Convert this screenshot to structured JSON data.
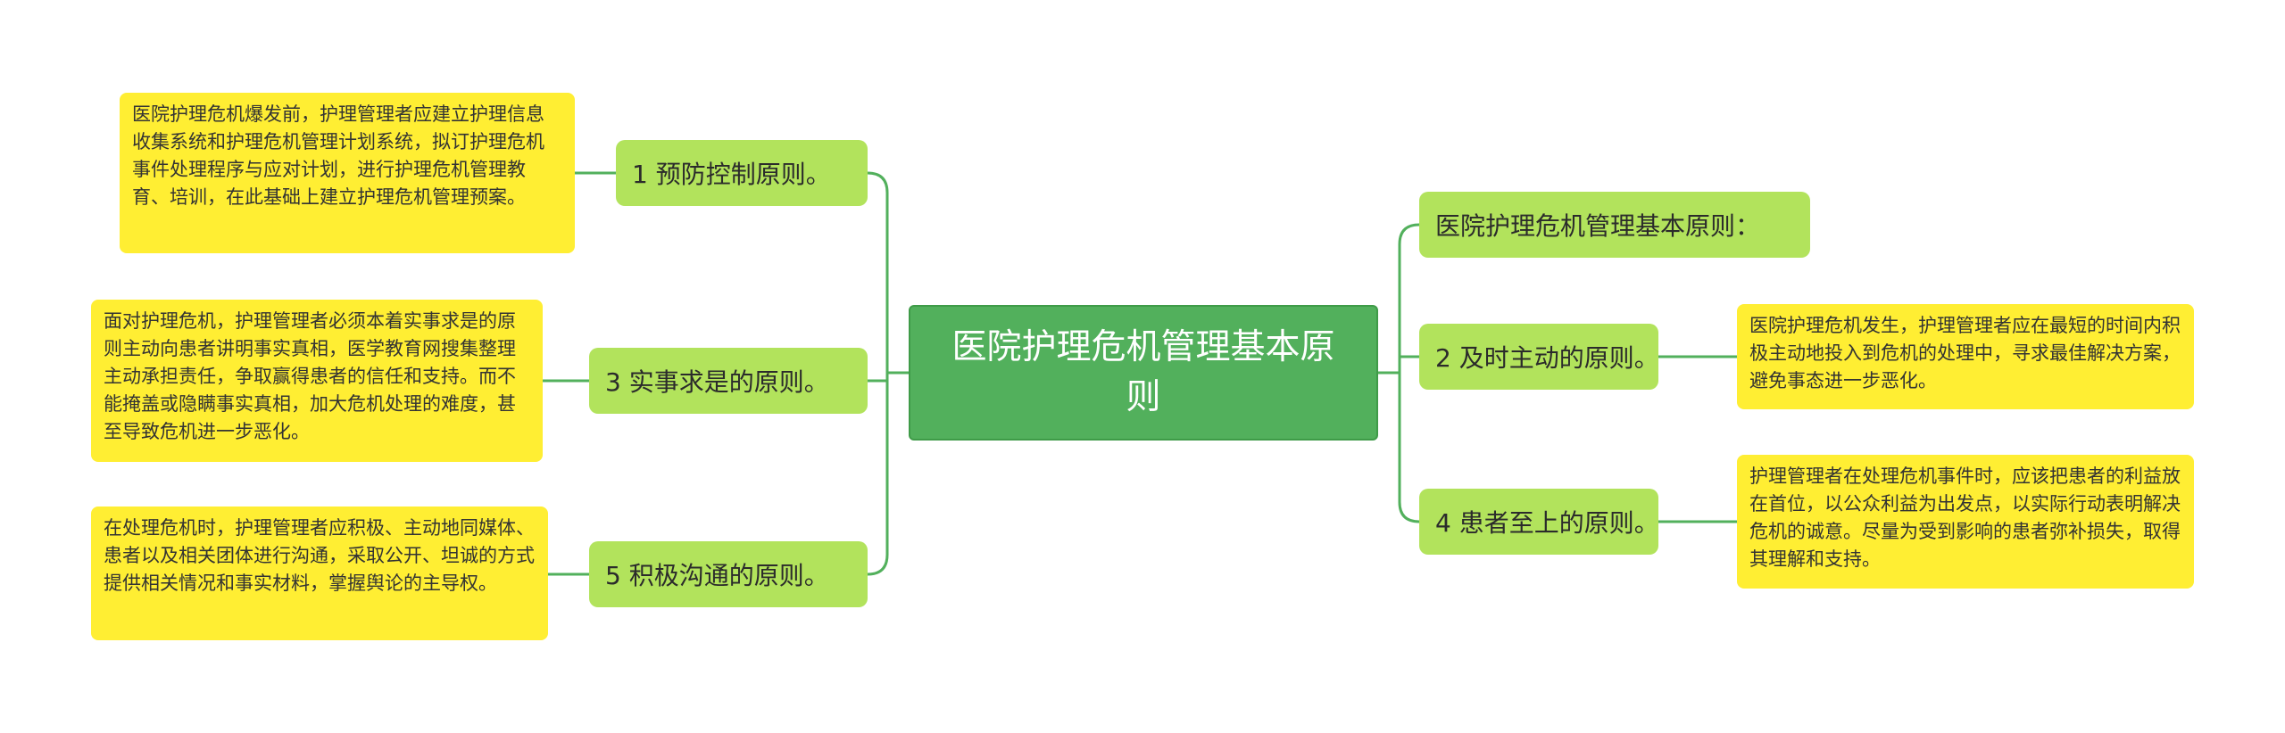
{
  "central": {
    "label": "医院护理危机管理基本原则"
  },
  "left_topics": [
    {
      "label": "1 预防控制原则。",
      "note": "医院护理危机爆发前，护理管理者应建立护理信息收集系统和护理危机管理计划系统，拟订护理危机事件处理程序与应对计划，进行护理危机管理教育、培训，在此基础上建立护理危机管理预案。"
    },
    {
      "label": "3 实事求是的原则。",
      "note": "面对护理危机，护理管理者必须本着实事求是的原则主动向患者讲明事实真相，医学教育网搜集整理主动承担责任，争取赢得患者的信任和支持。而不能掩盖或隐瞒事实真相，加大危机处理的难度，甚至导致危机进一步恶化。"
    },
    {
      "label": "5 积极沟通的原则。",
      "note": "在处理危机时，护理管理者应积极、主动地同媒体、患者以及相关团体进行沟通，采取公开、坦诚的方式提供相关情况和事实材料，掌握舆论的主导权。"
    }
  ],
  "right_topics": [
    {
      "label": "医院护理危机管理基本原则："
    },
    {
      "label": "2 及时主动的原则。",
      "note": "医院护理危机发生，护理管理者应在最短的时间内积极主动地投入到危机的处理中，寻求最佳解决方案，避免事态进一步恶化。"
    },
    {
      "label": "4 患者至上的原则。",
      "note": "护理管理者在处理危机事件时，应该把患者的利益放在首位，以公众利益为出发点，以实际行动表明解决危机的诚意。尽量为受到影响的患者弥补损失，取得其理解和支持。"
    }
  ],
  "colors": {
    "central_fill": "#52b05c",
    "topic_fill": "#b2e35c",
    "note_fill": "#ffee33",
    "connector": "#52b05c"
  }
}
